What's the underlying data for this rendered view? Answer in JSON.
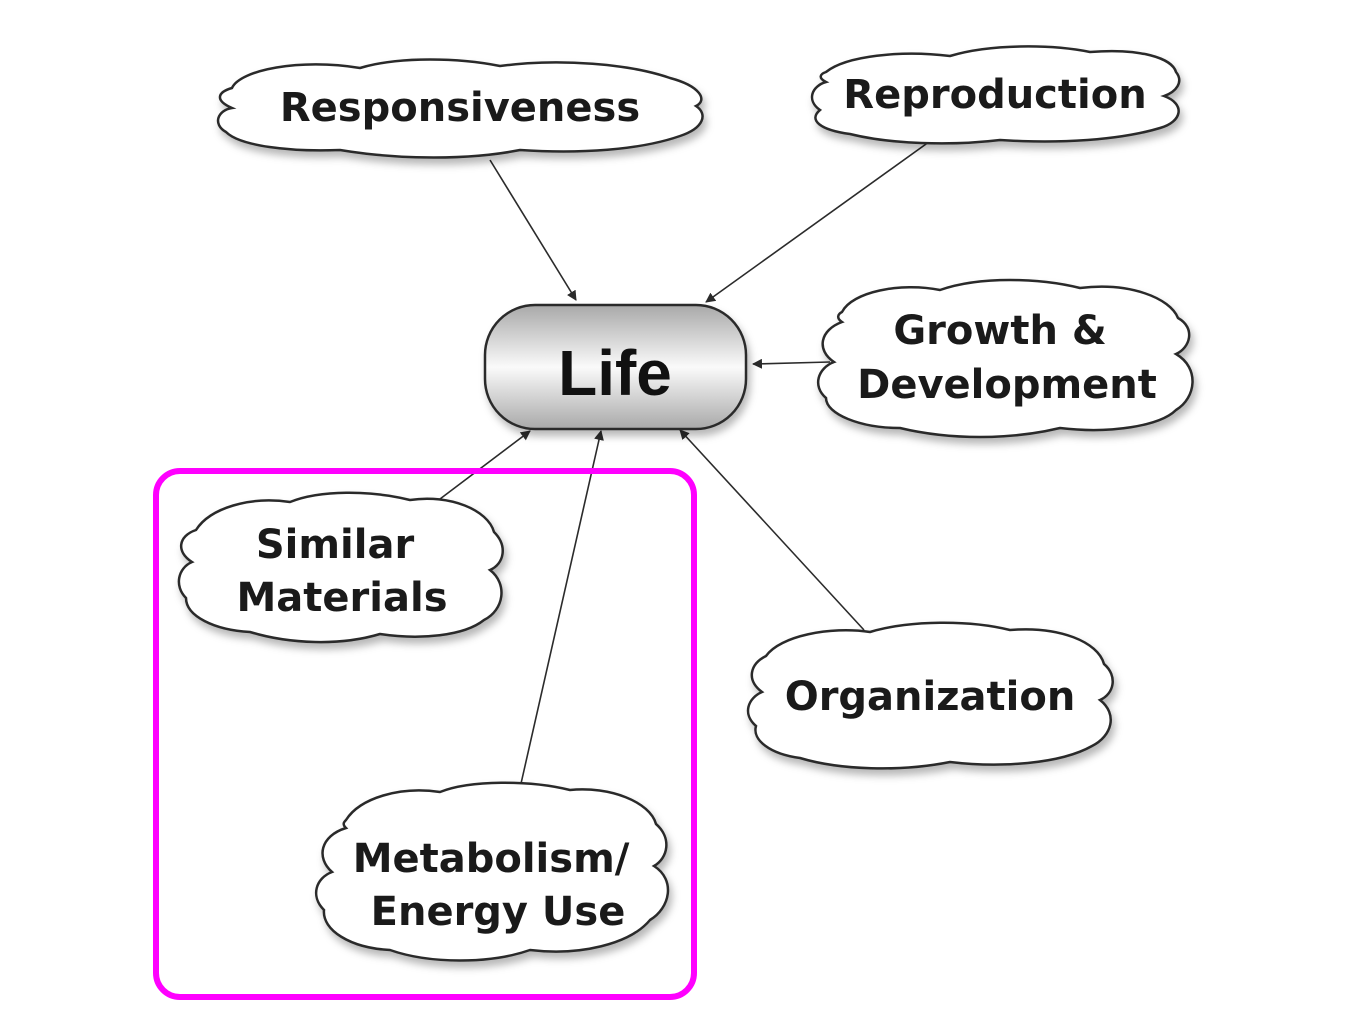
{
  "diagram": {
    "center": {
      "label": "Life"
    },
    "nodes": [
      {
        "id": "responsiveness",
        "lines": [
          "Responsiveness"
        ]
      },
      {
        "id": "reproduction",
        "lines": [
          "Reproduction"
        ]
      },
      {
        "id": "growth",
        "lines": [
          "Growth &",
          "Development"
        ]
      },
      {
        "id": "similar-materials",
        "lines": [
          "Similar",
          "Materials"
        ]
      },
      {
        "id": "metabolism",
        "lines": [
          "Metabolism/",
          "Energy Use"
        ]
      },
      {
        "id": "organization",
        "lines": [
          "Organization"
        ]
      }
    ],
    "edges": [
      {
        "from": "responsiveness",
        "to": "Life"
      },
      {
        "from": "reproduction",
        "to": "Life"
      },
      {
        "from": "growth",
        "to": "Life"
      },
      {
        "from": "similar-materials",
        "to": "Life"
      },
      {
        "from": "metabolism",
        "to": "Life"
      },
      {
        "from": "organization",
        "to": "Life"
      }
    ],
    "highlight": {
      "color": "#ff00ff",
      "encloses": [
        "similar-materials",
        "metabolism"
      ]
    }
  }
}
